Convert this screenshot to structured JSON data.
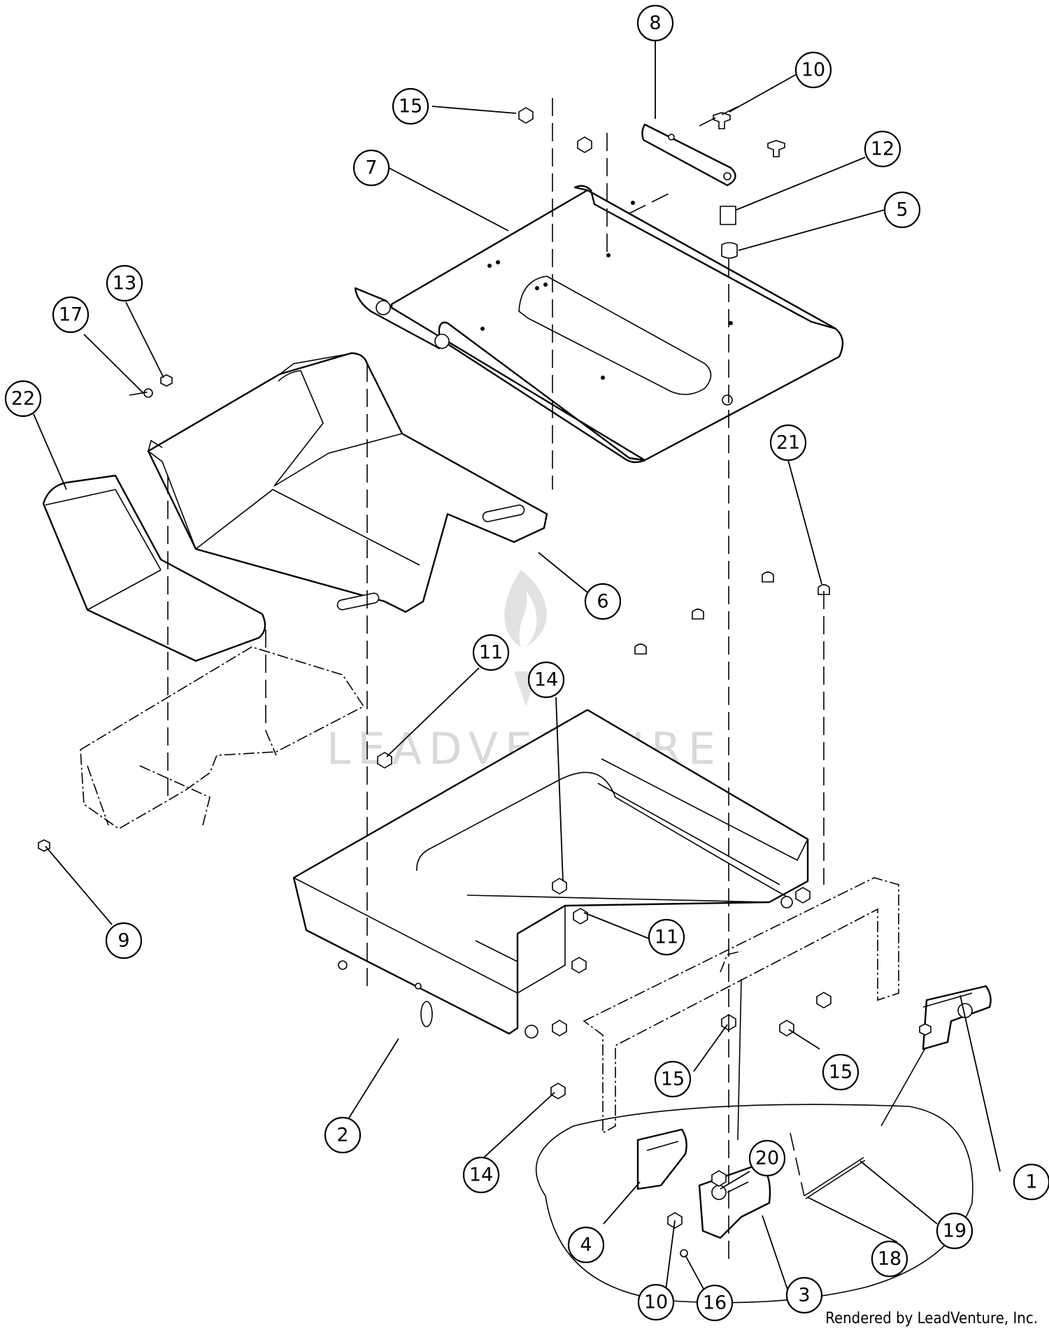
{
  "credit": "Rendered by LeadVenture, Inc.",
  "watermark": "LEADVENTURE",
  "callouts": [
    {
      "id": "c8",
      "label": "8"
    },
    {
      "id": "c10a",
      "label": "10"
    },
    {
      "id": "c15a",
      "label": "15"
    },
    {
      "id": "c12",
      "label": "12"
    },
    {
      "id": "c7",
      "label": "7"
    },
    {
      "id": "c5",
      "label": "5"
    },
    {
      "id": "c13",
      "label": "13"
    },
    {
      "id": "c17",
      "label": "17"
    },
    {
      "id": "c22",
      "label": "22"
    },
    {
      "id": "c21",
      "label": "21"
    },
    {
      "id": "c6",
      "label": "6"
    },
    {
      "id": "c11a",
      "label": "11"
    },
    {
      "id": "c14a",
      "label": "14"
    },
    {
      "id": "c9",
      "label": "9"
    },
    {
      "id": "c11b",
      "label": "11"
    },
    {
      "id": "c15b",
      "label": "15"
    },
    {
      "id": "c15c",
      "label": "15"
    },
    {
      "id": "c2",
      "label": "2"
    },
    {
      "id": "c14b",
      "label": "14"
    },
    {
      "id": "c20",
      "label": "20"
    },
    {
      "id": "c1",
      "label": "1"
    },
    {
      "id": "c19",
      "label": "19"
    },
    {
      "id": "c4",
      "label": "4"
    },
    {
      "id": "c10b",
      "label": "10"
    },
    {
      "id": "c18",
      "label": "18"
    },
    {
      "id": "c3",
      "label": "3"
    },
    {
      "id": "c16",
      "label": "16"
    }
  ]
}
